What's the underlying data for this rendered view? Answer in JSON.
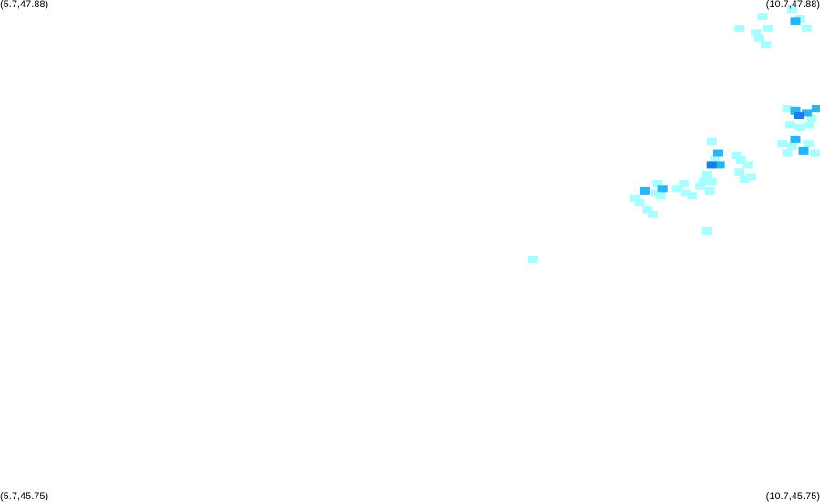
{
  "map": {
    "corners": {
      "top_left": "(5.7,47.88)",
      "top_right": "(10.7,47.88)",
      "bottom_left": "(5.7,45.75)",
      "bottom_right": "(10.7,45.75)"
    },
    "bounds": {
      "lon_min": 5.7,
      "lon_max": 10.7,
      "lat_min": 45.75,
      "lat_max": 47.88
    },
    "intensity_colors": {
      "light": "#a8ffff",
      "medium": "#2ab4f0",
      "strong": "#1a7ee8"
    },
    "precipitation_cells": [
      {
        "lon": 10.35,
        "lat": 47.81,
        "level": "light"
      },
      {
        "lon": 10.53,
        "lat": 47.84,
        "level": "light"
      },
      {
        "lon": 10.58,
        "lat": 47.8,
        "level": "light"
      },
      {
        "lon": 10.55,
        "lat": 47.79,
        "level": "medium"
      },
      {
        "lon": 10.62,
        "lat": 47.76,
        "level": "light"
      },
      {
        "lon": 10.21,
        "lat": 47.76,
        "level": "light"
      },
      {
        "lon": 10.31,
        "lat": 47.74,
        "level": "light"
      },
      {
        "lon": 10.33,
        "lat": 47.72,
        "level": "light"
      },
      {
        "lon": 10.38,
        "lat": 47.76,
        "level": "light"
      },
      {
        "lon": 10.37,
        "lat": 47.69,
        "level": "light"
      },
      {
        "lon": 10.5,
        "lat": 47.42,
        "level": "light"
      },
      {
        "lon": 10.55,
        "lat": 47.41,
        "level": "medium"
      },
      {
        "lon": 10.57,
        "lat": 47.39,
        "level": "strong"
      },
      {
        "lon": 10.62,
        "lat": 47.4,
        "level": "medium"
      },
      {
        "lon": 10.65,
        "lat": 47.38,
        "level": "light"
      },
      {
        "lon": 10.68,
        "lat": 47.42,
        "level": "medium"
      },
      {
        "lon": 10.52,
        "lat": 47.35,
        "level": "light"
      },
      {
        "lon": 10.58,
        "lat": 47.34,
        "level": "light"
      },
      {
        "lon": 10.63,
        "lat": 47.35,
        "level": "light"
      },
      {
        "lon": 10.47,
        "lat": 47.27,
        "level": "light"
      },
      {
        "lon": 10.53,
        "lat": 47.26,
        "level": "light"
      },
      {
        "lon": 10.55,
        "lat": 47.29,
        "level": "medium"
      },
      {
        "lon": 10.6,
        "lat": 47.24,
        "level": "medium"
      },
      {
        "lon": 10.63,
        "lat": 47.27,
        "level": "light"
      },
      {
        "lon": 10.67,
        "lat": 47.23,
        "level": "light"
      },
      {
        "lon": 10.5,
        "lat": 47.23,
        "level": "light"
      },
      {
        "lon": 10.06,
        "lat": 47.2,
        "level": "light"
      },
      {
        "lon": 10.08,
        "lat": 47.23,
        "level": "medium"
      },
      {
        "lon": 10.04,
        "lat": 47.18,
        "level": "strong"
      },
      {
        "lon": 10.09,
        "lat": 47.18,
        "level": "medium"
      },
      {
        "lon": 10.01,
        "lat": 47.14,
        "level": "light"
      },
      {
        "lon": 9.99,
        "lat": 47.11,
        "level": "light"
      },
      {
        "lon": 10.04,
        "lat": 47.11,
        "level": "light"
      },
      {
        "lon": 9.97,
        "lat": 47.09,
        "level": "light"
      },
      {
        "lon": 10.03,
        "lat": 47.07,
        "level": "light"
      },
      {
        "lon": 10.19,
        "lat": 47.22,
        "level": "light"
      },
      {
        "lon": 10.22,
        "lat": 47.2,
        "level": "light"
      },
      {
        "lon": 10.26,
        "lat": 47.18,
        "level": "light"
      },
      {
        "lon": 10.21,
        "lat": 47.15,
        "level": "light"
      },
      {
        "lon": 10.28,
        "lat": 47.13,
        "level": "light"
      },
      {
        "lon": 10.24,
        "lat": 47.12,
        "level": "light"
      },
      {
        "lon": 10.04,
        "lat": 47.28,
        "level": "light"
      },
      {
        "lon": 9.71,
        "lat": 47.1,
        "level": "light"
      },
      {
        "lon": 9.74,
        "lat": 47.08,
        "level": "medium"
      },
      {
        "lon": 9.7,
        "lat": 47.06,
        "level": "light"
      },
      {
        "lon": 9.73,
        "lat": 47.05,
        "level": "light"
      },
      {
        "lon": 9.83,
        "lat": 47.08,
        "level": "light"
      },
      {
        "lon": 9.87,
        "lat": 47.1,
        "level": "light"
      },
      {
        "lon": 9.88,
        "lat": 47.06,
        "level": "light"
      },
      {
        "lon": 9.92,
        "lat": 47.05,
        "level": "light"
      },
      {
        "lon": 9.63,
        "lat": 47.07,
        "level": "medium"
      },
      {
        "lon": 9.57,
        "lat": 47.04,
        "level": "light"
      },
      {
        "lon": 9.6,
        "lat": 47.02,
        "level": "light"
      },
      {
        "lon": 9.65,
        "lat": 46.99,
        "level": "light"
      },
      {
        "lon": 9.68,
        "lat": 46.97,
        "level": "light"
      },
      {
        "lon": 10.01,
        "lat": 46.9,
        "level": "light"
      },
      {
        "lon": 8.95,
        "lat": 46.78,
        "level": "light"
      }
    ]
  }
}
